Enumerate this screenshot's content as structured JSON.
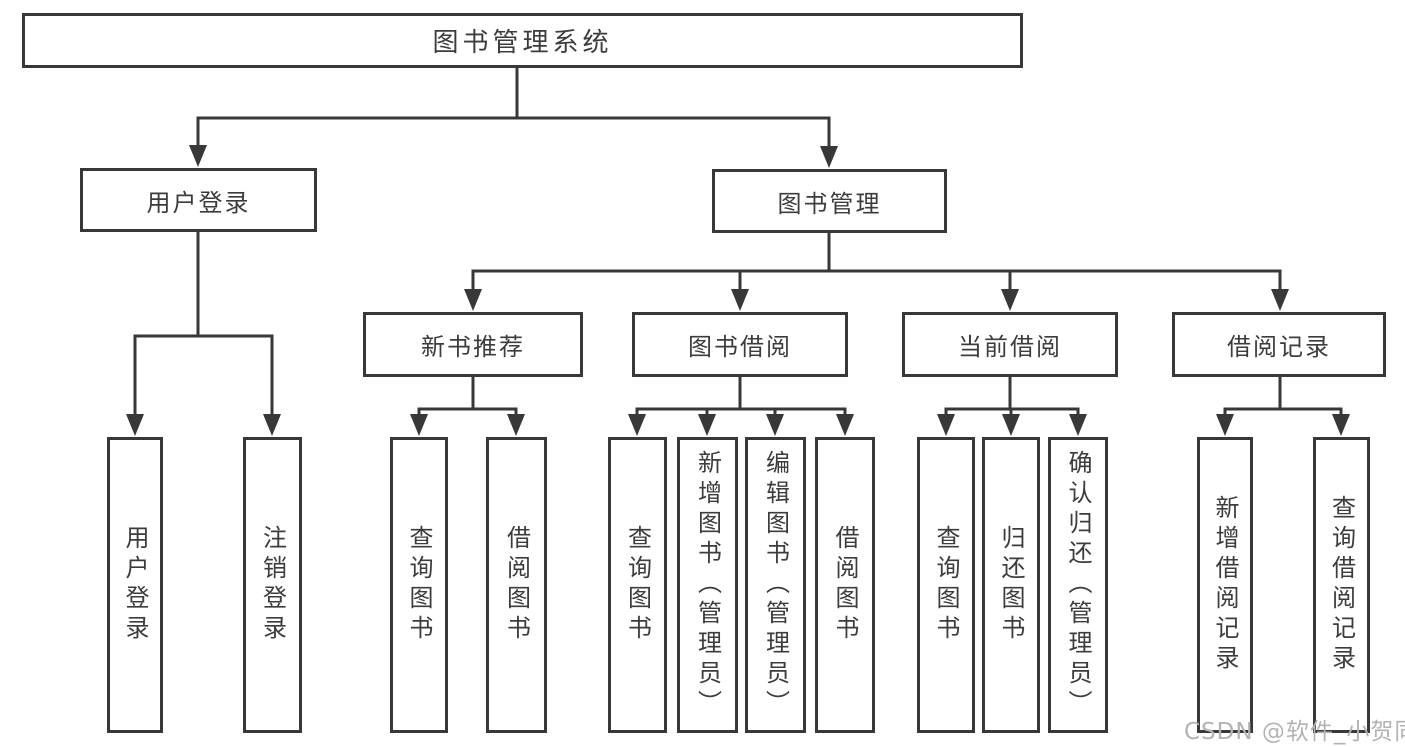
{
  "diagram_title": "图书管理系统",
  "colors": {
    "line": "#383838",
    "text": "#3c3c3c",
    "box_background": "#ffffff",
    "watermark": "#b3b3b3"
  },
  "tree": {
    "label": "图书管理系统",
    "children": [
      {
        "label": "用户登录",
        "children": [
          {
            "label": "用户登录"
          },
          {
            "label": "注销登录"
          }
        ]
      },
      {
        "label": "图书管理",
        "children": [
          {
            "label": "新书推荐",
            "children": [
              {
                "label": "查询图书"
              },
              {
                "label": "借阅图书"
              }
            ]
          },
          {
            "label": "图书借阅",
            "children": [
              {
                "label": "查询图书"
              },
              {
                "label": "新增图书（管理员）"
              },
              {
                "label": "编辑图书（管理员）"
              },
              {
                "label": "借阅图书"
              }
            ]
          },
          {
            "label": "当前借阅",
            "children": [
              {
                "label": "查询图书"
              },
              {
                "label": "归还图书"
              },
              {
                "label": "确认归还（管理员）"
              }
            ]
          },
          {
            "label": "借阅记录",
            "children": [
              {
                "label": "新增借阅记录"
              },
              {
                "label": "查询借阅记录"
              }
            ]
          }
        ]
      }
    ]
  },
  "watermark": {
    "text": "CSDN @软件_小贺同学"
  }
}
